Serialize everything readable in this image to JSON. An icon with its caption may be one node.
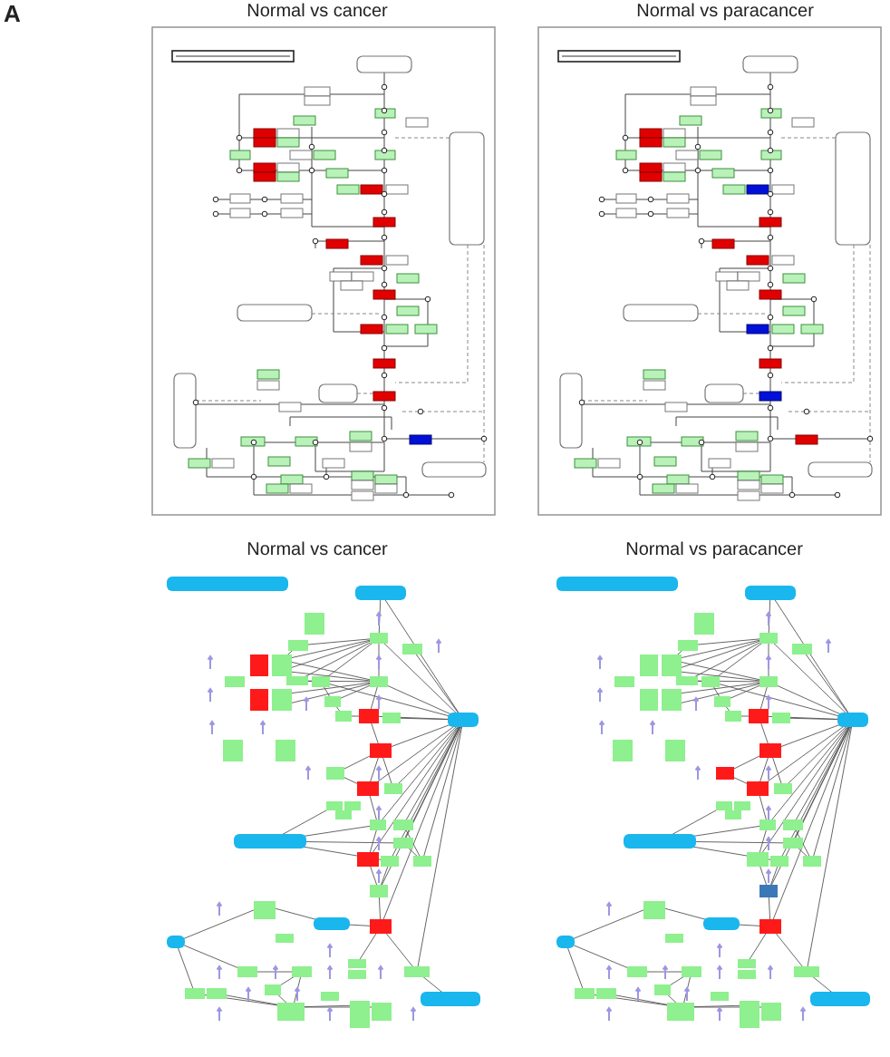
{
  "diagram": {
    "labels": [
      "A",
      "Normal vs cancer",
      "Normal vs paracancer",
      "Normal vs cancer",
      "Normal vs paracancer"
    ]
  }
}
